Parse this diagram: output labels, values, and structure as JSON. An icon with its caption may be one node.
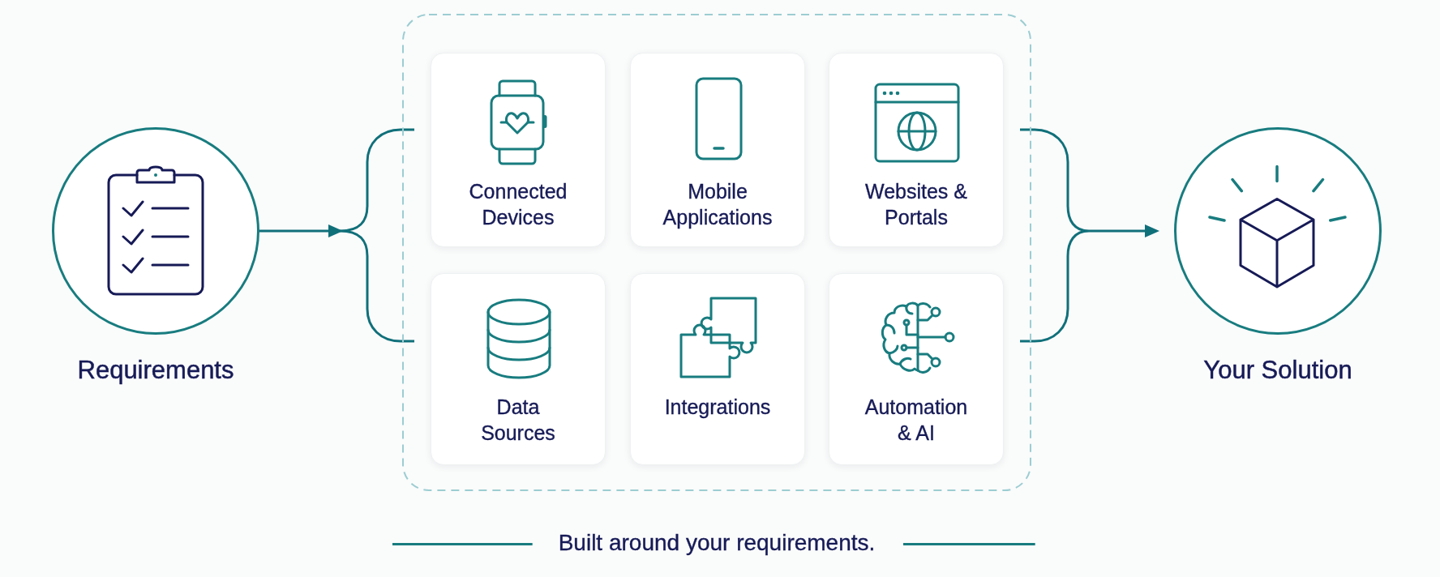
{
  "diagram": {
    "caption": "Built around your requirements.",
    "nodes": [
      {
        "text": [
          "Requirements"
        ]
      },
      {
        "text": [],
        "shape": "box"
      },
      {
        "text": [
          "Connected Devices"
        ],
        "in": 1
      },
      {
        "text": [
          "Mobile Applications"
        ],
        "in": 1
      },
      {
        "text": [
          "Websites & Portals"
        ],
        "in": 1
      },
      {
        "text": [
          "Data Sources"
        ],
        "in": 1
      },
      {
        "text": [
          "Integrations"
        ],
        "in": 1
      },
      {
        "text": [
          "Automation & AI"
        ],
        "in": 1
      },
      {
        "text": [
          "Your Solution"
        ]
      }
    ],
    "edges": [
      {
        "from": 0,
        "to": 1,
        "arrow": "to"
      },
      {
        "from": 1,
        "to": 8,
        "arrow": "to"
      }
    ]
  }
}
